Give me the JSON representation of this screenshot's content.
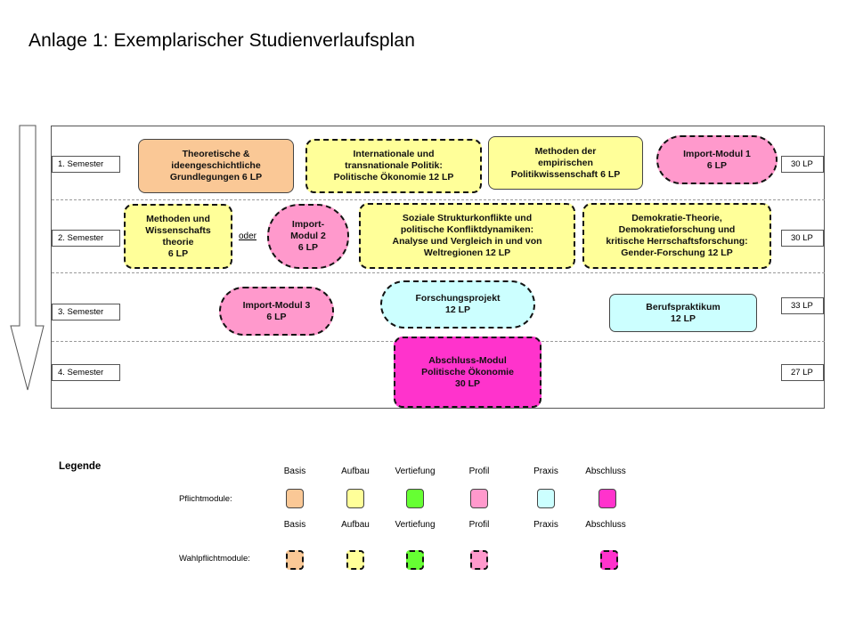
{
  "title": "Anlage 1: Exemplarischer Studienverlaufsplan",
  "semesters": [
    {
      "label": "1. Semester",
      "lp": "30 LP"
    },
    {
      "label": "2. Semester",
      "lp": "30 LP"
    },
    {
      "label": "3. Semester",
      "lp": "33 LP"
    },
    {
      "label": "4. Semester",
      "lp": "27 LP"
    }
  ],
  "modules": {
    "theoretische": {
      "text": "Theoretische &\nideengeschichtliche\nGrundlegungen  6 LP",
      "category": "Basis",
      "type": "Pflicht"
    },
    "internationale": {
      "text": "Internationale und\ntransnationale Politik:\nPolitische Ökonomie  12 LP",
      "category": "Aufbau",
      "type": "Wahlpflicht"
    },
    "methoden_empirisch": {
      "text": "Methoden der\nempirischen\nPolitikwissenschaft 6 LP",
      "category": "Aufbau",
      "type": "Pflicht"
    },
    "import1": {
      "text": "Import-Modul 1\n6 LP",
      "category": "Profil",
      "type": "Wahlpflicht"
    },
    "methoden_wt": {
      "text": "Methoden und\nWissenschafts\ntheorie\n6 LP",
      "category": "Aufbau",
      "type": "Wahlpflicht"
    },
    "import2": {
      "text": "Import-\nModul 2\n6 LP",
      "category": "Profil",
      "type": "Wahlpflicht"
    },
    "soziale": {
      "text": "Soziale Strukturkonflikte und\npolitische Konfliktdynamiken:\nAnalyse und Vergleich in und von\nWeltregionen 12 LP",
      "category": "Aufbau",
      "type": "Wahlpflicht"
    },
    "demokratie": {
      "text": "Demokratie-Theorie,\nDemokratieforschung und\nkritische Herrschaftsforschung:\nGender-Forschung  12 LP",
      "category": "Aufbau",
      "type": "Wahlpflicht"
    },
    "import3": {
      "text": "Import-Modul 3\n6 LP",
      "category": "Profil",
      "type": "Wahlpflicht"
    },
    "forschungsprojekt": {
      "text": "Forschungsprojekt\n12 LP",
      "category": "Praxis",
      "type": "Wahlpflicht"
    },
    "berufspraktikum": {
      "text": "Berufspraktikum\n12 LP",
      "category": "Praxis",
      "type": "Pflicht"
    },
    "abschluss": {
      "text": "Abschluss-Modul\nPolitische Ökonomie\n30 LP",
      "category": "Abschluss",
      "type": "Wahlpflicht"
    }
  },
  "oder": "oder",
  "legend": {
    "title": "Legende",
    "categories": [
      "Basis",
      "Aufbau",
      "Vertiefung",
      "Profil",
      "Praxis",
      "Abschluss"
    ],
    "pflicht_label": "Pflichtmodule:",
    "wahlpflicht_label": "Wahlpflichtmodule:",
    "colors": {
      "Basis": "#fac896",
      "Aufbau": "#ffff99",
      "Vertiefung": "#66ff33",
      "Profil": "#ff99cc",
      "Praxis": "#ccffff",
      "Abschluss": "#ff33cc"
    }
  }
}
